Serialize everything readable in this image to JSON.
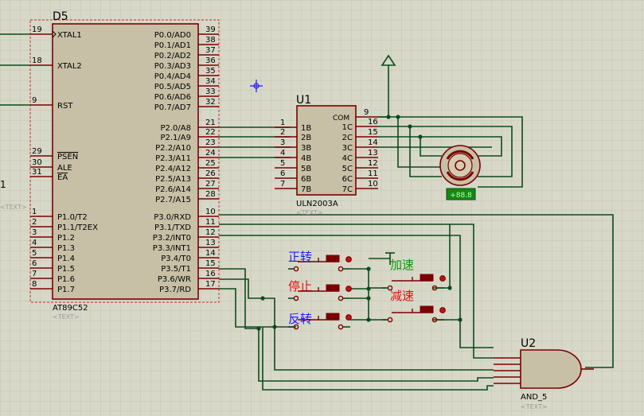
{
  "colors": {
    "background": "#d8d8c8",
    "grid": "#c2c2b3",
    "wire": "#0b4b1c",
    "chip_fill": "#c8c0a6",
    "chip_border": "#7a0000",
    "pin": "#7a0000",
    "text": "#000000",
    "placeholder": "#9a9a9a",
    "label_blue": "#1b1bff",
    "label_green": "#0a9a0a",
    "label_red": "#e01010",
    "display_green": "#108a10"
  },
  "mcu": {
    "ref": "D5",
    "part": "AT89C52",
    "placeholder": "<TEXT>",
    "left_pins": [
      {
        "num": "19",
        "name": "XTAL1"
      },
      {
        "num": "18",
        "name": "XTAL2"
      },
      {
        "num": "9",
        "name": "RST"
      },
      {
        "num": "29",
        "name": "PSEN"
      },
      {
        "num": "30",
        "name": "ALE"
      },
      {
        "num": "31",
        "name": "EA"
      },
      {
        "num": "1",
        "name": "P1.0/T2"
      },
      {
        "num": "2",
        "name": "P1.1/T2EX"
      },
      {
        "num": "3",
        "name": "P1.2"
      },
      {
        "num": "4",
        "name": "P1.3"
      },
      {
        "num": "5",
        "name": "P1.4"
      },
      {
        "num": "6",
        "name": "P1.5"
      },
      {
        "num": "7",
        "name": "P1.6"
      },
      {
        "num": "8",
        "name": "P1.7"
      }
    ],
    "right_pins": [
      {
        "num": "39",
        "name": "P0.0/AD0"
      },
      {
        "num": "38",
        "name": "P0.1/AD1"
      },
      {
        "num": "37",
        "name": "P0.2/AD2"
      },
      {
        "num": "36",
        "name": "P0.3/AD3"
      },
      {
        "num": "35",
        "name": "P0.4/AD4"
      },
      {
        "num": "34",
        "name": "P0.5/AD5"
      },
      {
        "num": "33",
        "name": "P0.6/AD6"
      },
      {
        "num": "32",
        "name": "P0.7/AD7"
      },
      {
        "num": "21",
        "name": "P2.0/A8"
      },
      {
        "num": "22",
        "name": "P2.1/A9"
      },
      {
        "num": "23",
        "name": "P2.2/A10"
      },
      {
        "num": "24",
        "name": "P2.3/A11"
      },
      {
        "num": "25",
        "name": "P2.4/A12"
      },
      {
        "num": "26",
        "name": "P2.5/A13"
      },
      {
        "num": "27",
        "name": "P2.6/A14"
      },
      {
        "num": "28",
        "name": "P2.7/A15"
      },
      {
        "num": "10",
        "name": "P3.0/RXD"
      },
      {
        "num": "11",
        "name": "P3.1/TXD"
      },
      {
        "num": "12",
        "name": "P3.2/INT0"
      },
      {
        "num": "13",
        "name": "P3.3/INT1"
      },
      {
        "num": "14",
        "name": "P3.4/T0"
      },
      {
        "num": "15",
        "name": "P3.5/T1"
      },
      {
        "num": "16",
        "name": "P3.6/WR"
      },
      {
        "num": "17",
        "name": "P3.7/RD"
      }
    ]
  },
  "driver": {
    "ref": "U1",
    "part": "ULN2003A",
    "placeholder": "<TEXT>",
    "com_label": "COM",
    "com_pin": "9",
    "left_pins": [
      {
        "num": "1",
        "name": "1B"
      },
      {
        "num": "2",
        "name": "2B"
      },
      {
        "num": "3",
        "name": "3B"
      },
      {
        "num": "4",
        "name": "4B"
      },
      {
        "num": "5",
        "name": "5B"
      },
      {
        "num": "6",
        "name": "6B"
      },
      {
        "num": "7",
        "name": "7B"
      }
    ],
    "right_pins": [
      {
        "num": "16",
        "name": "1C"
      },
      {
        "num": "15",
        "name": "2C"
      },
      {
        "num": "14",
        "name": "3C"
      },
      {
        "num": "13",
        "name": "4C"
      },
      {
        "num": "12",
        "name": "5C"
      },
      {
        "num": "11",
        "name": "6C"
      },
      {
        "num": "10",
        "name": "7C"
      }
    ]
  },
  "motor": {
    "display": "+88.8"
  },
  "gate": {
    "ref": "U2",
    "part": "AND_5",
    "placeholder": "<TEXT>"
  },
  "buttons": [
    {
      "label": "正转",
      "color": "label_blue"
    },
    {
      "label": "停止",
      "color": "label_red"
    },
    {
      "label": "反转",
      "color": "label_blue"
    },
    {
      "label": "加速",
      "color": "label_green"
    },
    {
      "label": "减速",
      "color": "label_red"
    }
  ],
  "edge_fragment": {
    "num": "1",
    "placeholder": "<TEXT>"
  }
}
